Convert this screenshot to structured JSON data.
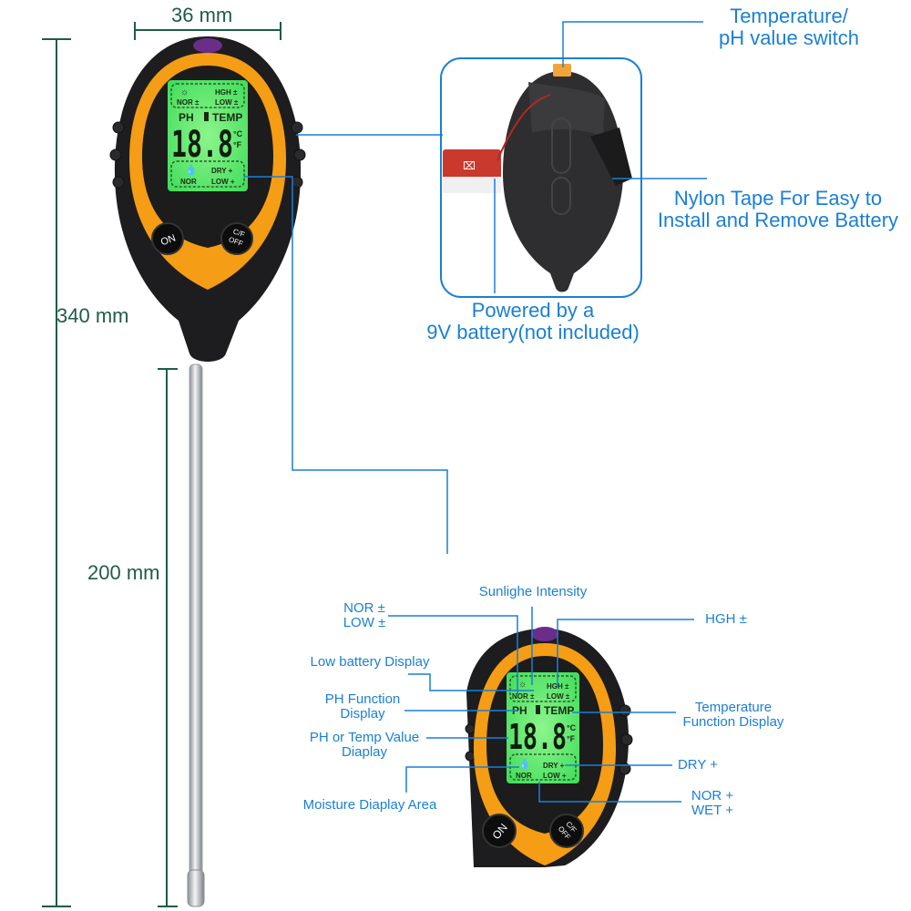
{
  "dimensions": {
    "width": "36 mm",
    "total_length": "340 mm",
    "probe_length": "200 mm"
  },
  "callouts": {
    "switch": [
      "Temperature/",
      "pH value switch"
    ],
    "nylon_tape": [
      "Nylon Tape For Easy to",
      "Install and Remove Battery"
    ],
    "battery": [
      "Powered by a",
      "9V battery(not included)"
    ]
  },
  "display_labels": {
    "sunlight": "Sunlighe Intensity",
    "nor_low": [
      "NOR ±",
      "LOW ±"
    ],
    "hgh": "HGH ±",
    "low_battery": "Low battery Display",
    "ph_function": [
      "PH Function",
      "Display"
    ],
    "temp_function": [
      "Temperature",
      "Function Display"
    ],
    "value_display": [
      "PH or Temp Value",
      "Diaplay"
    ],
    "dry": "DRY +",
    "moisture": "Moisture Diaplay Area",
    "nor_wet": [
      "NOR +",
      "WET +"
    ]
  },
  "lcd": {
    "hgh": "HGH ±",
    "low": "LOW ±",
    "nor": "NOR ±",
    "ph": "PH",
    "temp": "TEMP",
    "digits": "18.8",
    "celsius": "°C",
    "fahrenheit": "°F",
    "dry": "DRY +",
    "low_plus": "LOW +",
    "nor_bottom": "NOR"
  },
  "buttons": {
    "on": "ON",
    "cf": "C/F",
    "off": "OFF"
  },
  "colors": {
    "callout_blue": "#1a7fd6",
    "dimension_green": "#1f5c45",
    "body_orange": "#f59d14",
    "lcd_green": "#5fe870"
  }
}
